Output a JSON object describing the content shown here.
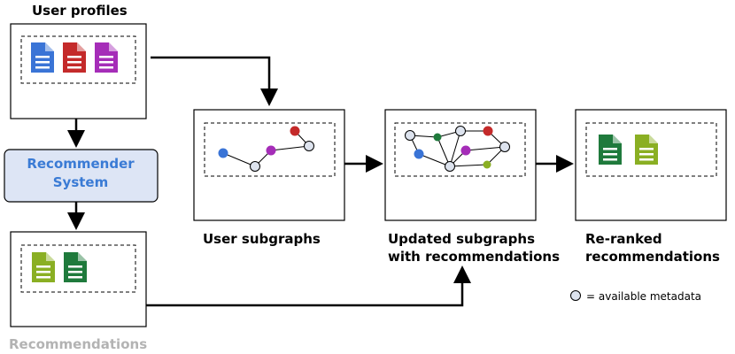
{
  "labels": {
    "user_profiles": "User profiles",
    "recommender_line1": "Recommender",
    "recommender_line2": "System",
    "recommendations": "Recommendations",
    "user_subgraphs": "User subgraphs",
    "updated_line1": "Updated subgraphs",
    "updated_line2": "with recommendations",
    "reranked_line1": "Re-ranked",
    "reranked_line2": "recommendations"
  },
  "legend": {
    "text": "= available metadata",
    "icon": "hollow-node"
  },
  "colors": {
    "blue": "#3a74d6",
    "red": "#c42a2a",
    "purple": "#a52db8",
    "light_green": "#8aaf23",
    "dark_green": "#1f7a3c",
    "node_hollow": "#dde3ee",
    "recommender_fill": "#dde5f5",
    "recommender_text": "#3a7bd5",
    "muted_label": "#b3b3b3"
  },
  "icons": {
    "profiles": [
      "blue",
      "red",
      "purple"
    ],
    "recommendations": [
      "light_green",
      "dark_green"
    ],
    "reranked": [
      "dark_green",
      "light_green"
    ]
  }
}
